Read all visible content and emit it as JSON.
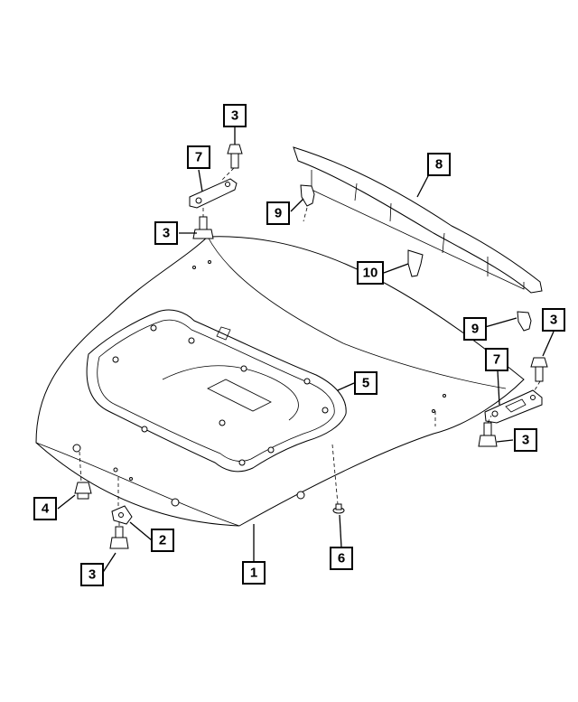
{
  "callouts": {
    "c1": "1",
    "c2": "2",
    "c3a": "3",
    "c3b": "3",
    "c3c": "3",
    "c3d": "3",
    "c3e": "3",
    "c4": "4",
    "c5": "5",
    "c6": "6",
    "c7a": "7",
    "c7b": "7",
    "c8": "8",
    "c9a": "9",
    "c9b": "9",
    "c10": "10"
  }
}
